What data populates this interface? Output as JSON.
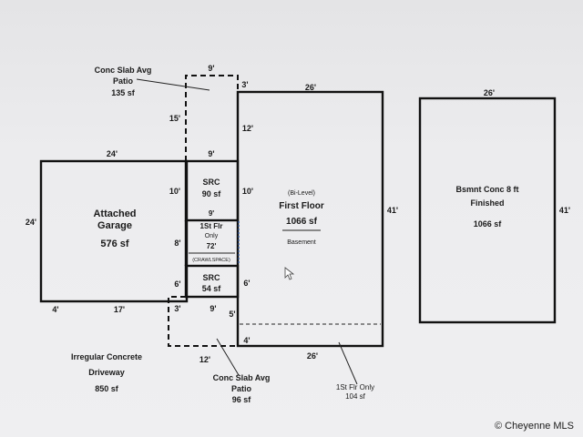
{
  "colors": {
    "line": "#111111",
    "crawl_dash": "#2a4f8f",
    "background": "#ececee"
  },
  "labels": {
    "patio_top_name": "Conc Slab Avg",
    "patio_top_sub": "Patio",
    "patio_top_area": "135 sf",
    "garage_name1": "Attached",
    "garage_name2": "Garage",
    "garage_area": "576 sf",
    "src1_name": "SRC",
    "src1_area": "90 sf",
    "crawl_name": "1St Flr",
    "crawl_only": "Only",
    "crawl_area": "72'",
    "crawl_note": "(CRAWLSPACE)",
    "src2_name": "SRC",
    "src2_area": "54 sf",
    "bilevel": "(Bi-Level)",
    "first_floor": "First Floor",
    "first_floor_area": "1066 sf",
    "basement": "Basement",
    "bsmt_name1": "Bsmnt Conc 8 ft",
    "bsmt_name2": "Finished",
    "bsmt_area": "1066 sf",
    "driveway_name1": "Irregular Concrete",
    "driveway_name2": "Driveway",
    "driveway_area": "850 sf",
    "patio_bottom_name": "Conc Slab Avg",
    "patio_bottom_sub": "Patio",
    "patio_bottom_area": "96 sf",
    "flr_only_name": "1St Flr Only",
    "flr_only_area": "104 sf",
    "copyright": "© Cheyenne MLS"
  },
  "dims": {
    "patio_top_width": "9'",
    "patio_top_side": "15'",
    "step_top": "3'",
    "ff_width_top": "26'",
    "ff_left_top": "12'",
    "garage_top": "24'",
    "src1_top": "9'",
    "src1_left": "10'",
    "src1_right": "10'",
    "garage_left": "24'",
    "crawl_top": "9'",
    "crawl_left": "8'",
    "src2_left": "6'",
    "src2_right": "6'",
    "ff_right": "41'",
    "garage_bottom_left": "4'",
    "garage_bottom": "17'",
    "patio_bottom_step": "3'",
    "patio_bottom_width": "9'",
    "step_bottom": "5'",
    "ff_left_bottom": "4'",
    "patio_bottom_depth": "12'",
    "ff_width_bottom": "26'",
    "bsmt_width": "26'",
    "bsmt_right": "41'"
  }
}
